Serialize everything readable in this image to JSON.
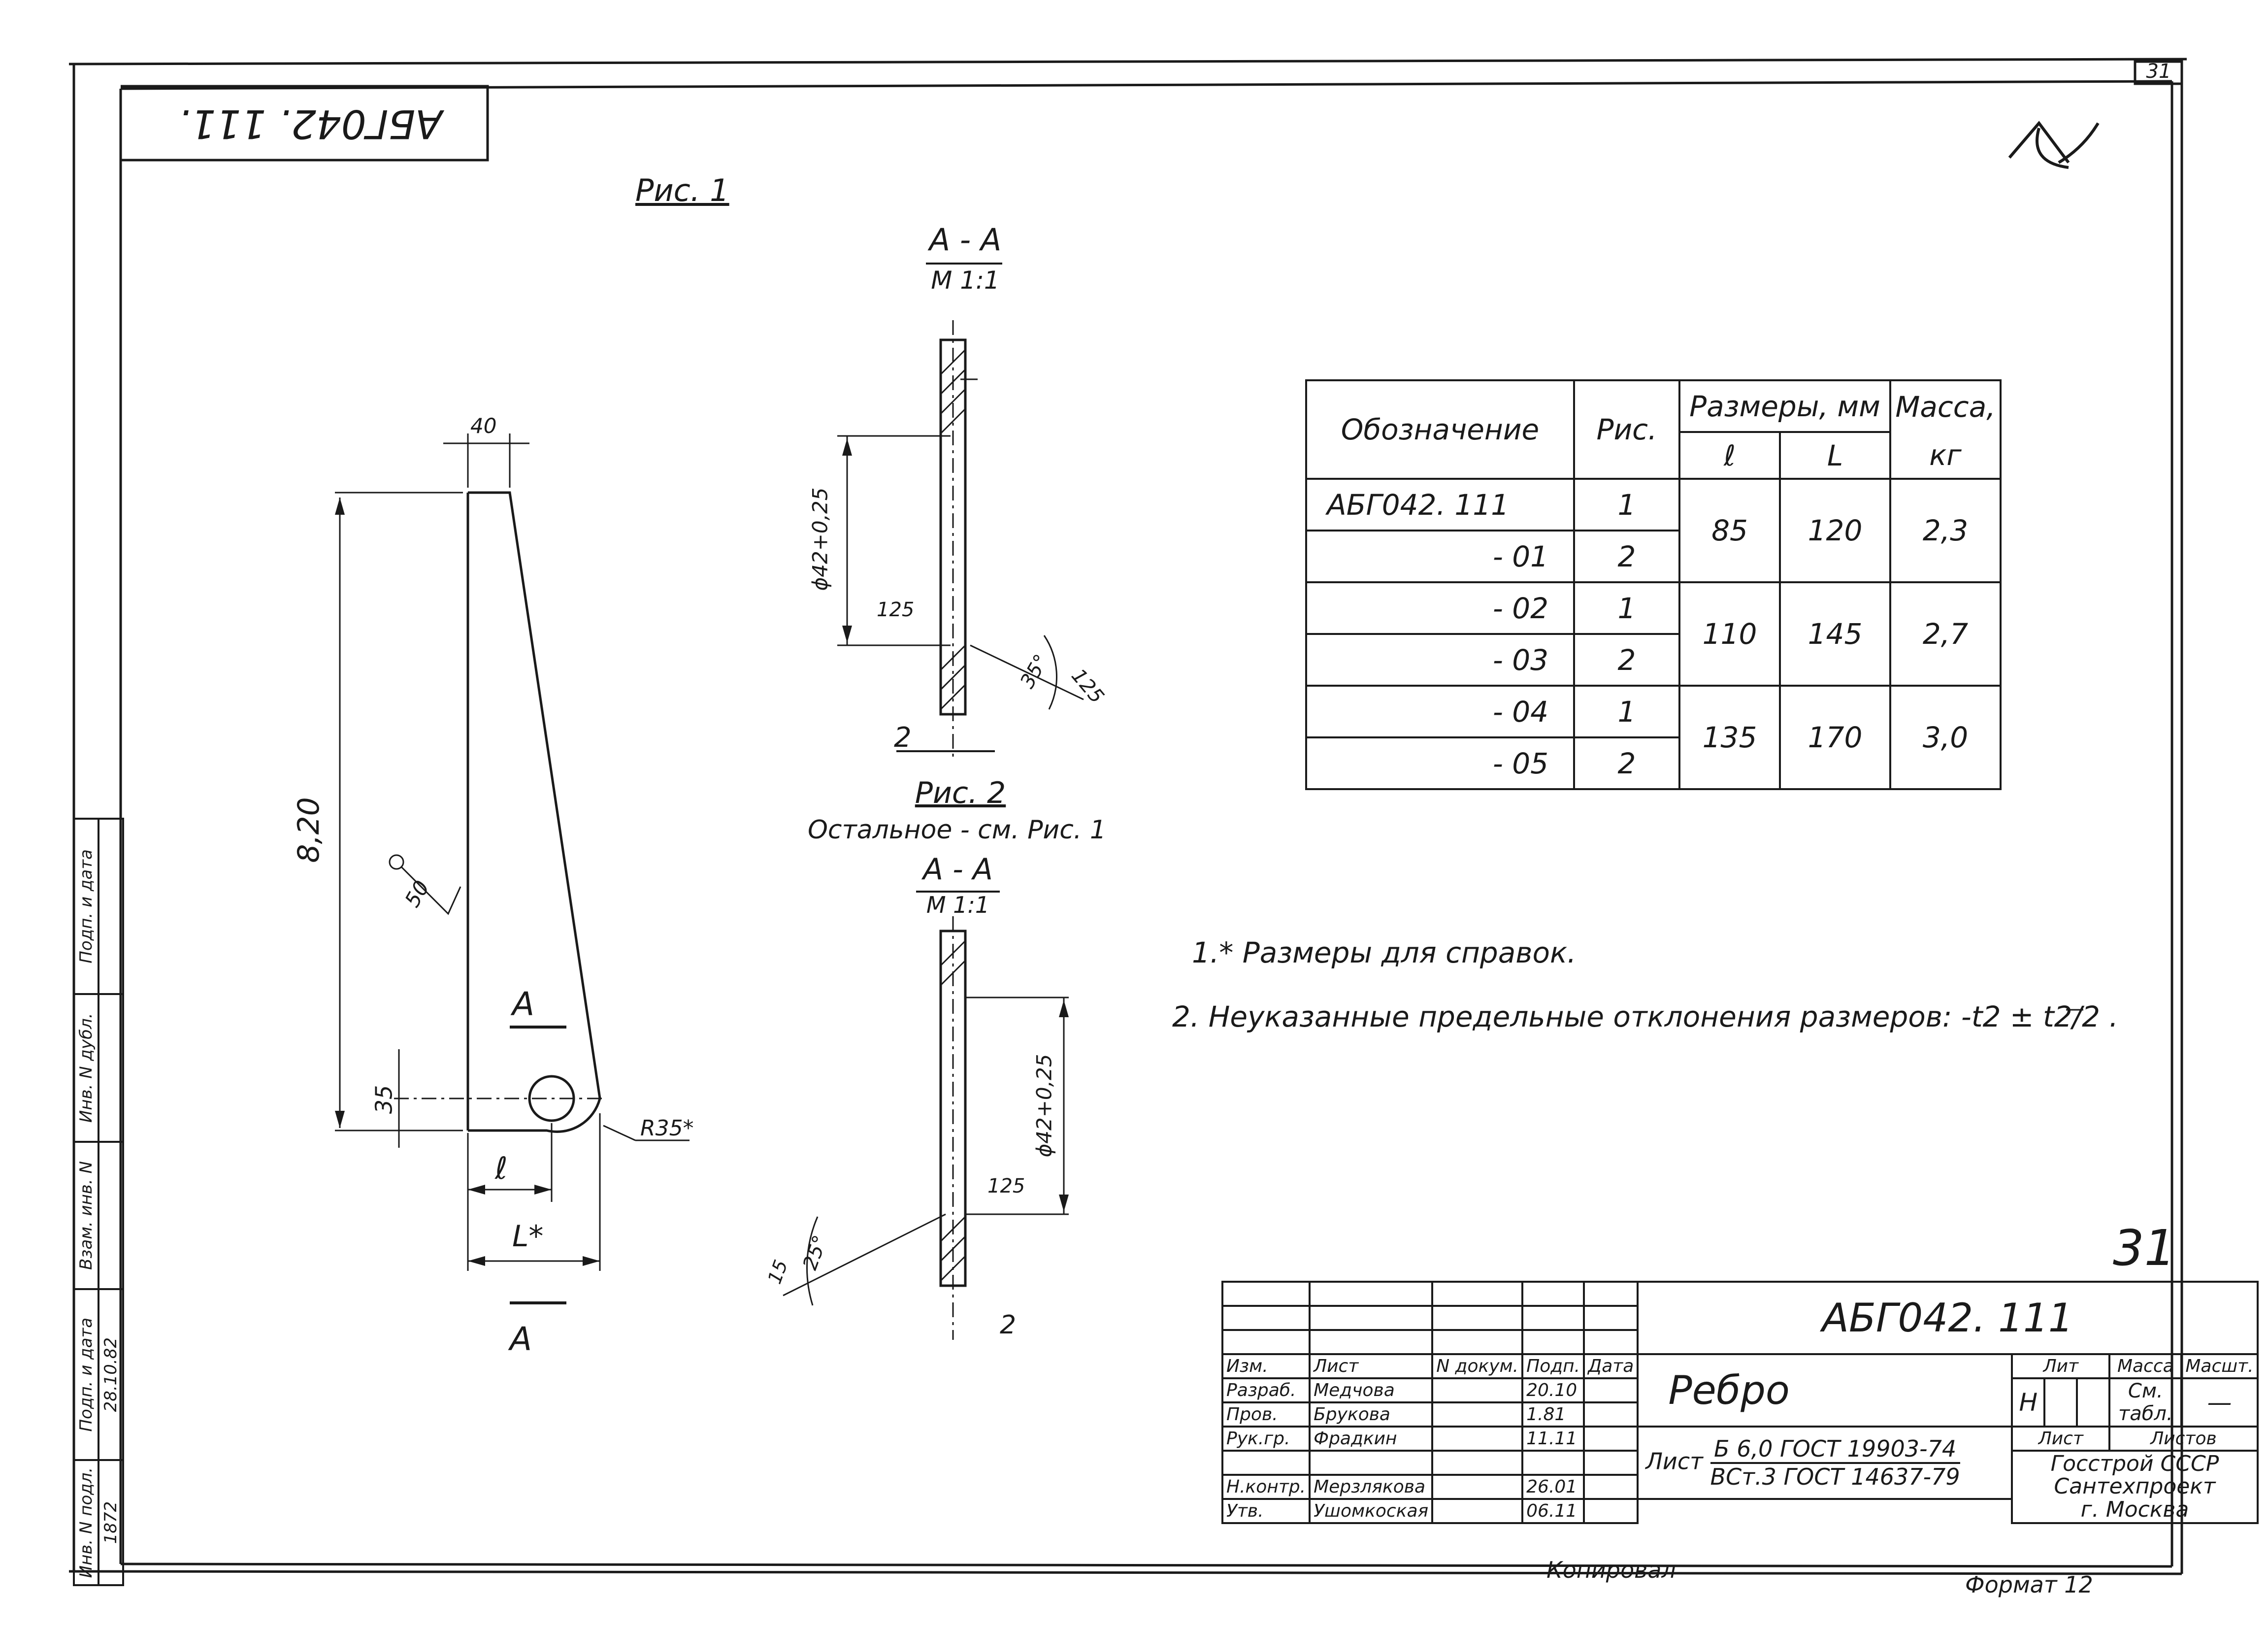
{
  "sheet": {
    "top_right_number": "31",
    "stamp_upside_down": "АБГ042. 111.",
    "big_page_number": "31",
    "copied_by": "Копировал",
    "format_label": "Формат 12"
  },
  "figure1": {
    "caption": "Рис. 1",
    "dim_top_width": "40",
    "dim_height": "8,20",
    "roughness": "50",
    "hole_offset": "35",
    "radius": "R35*",
    "dim_l": "ℓ",
    "dim_L": "L*",
    "section_mark": "А"
  },
  "section1": {
    "title": "А - А",
    "scale": "М 1:1",
    "bore": "ϕ42+0,25",
    "roughness_a": "125",
    "roughness_b": "125",
    "chamfer": "35°",
    "thickness": "2"
  },
  "figure2": {
    "caption": "Рис. 2",
    "note": "Остальное - см. Рис. 1",
    "title": "А - А",
    "scale": "М 1:1",
    "bore": "ϕ42+0,25",
    "roughness": "125",
    "chamfer_a": "15",
    "chamfer_b": "25°",
    "thickness": "2"
  },
  "spec_table": {
    "headers": {
      "designation": "Обозначение",
      "fig": "Рис.",
      "dims": "Размеры, мм",
      "mass": "Масса,",
      "mass_unit": "кг",
      "l_small": "ℓ",
      "L_big": "L"
    },
    "rows": [
      {
        "designation": "АБГ042. 111",
        "fig": "1"
      },
      {
        "designation": "- 01",
        "fig": "2"
      },
      {
        "designation": "- 02",
        "fig": "1"
      },
      {
        "designation": "- 03",
        "fig": "2"
      },
      {
        "designation": "- 04",
        "fig": "1"
      },
      {
        "designation": "- 05",
        "fig": "2"
      }
    ],
    "groups": [
      {
        "l": "85",
        "L": "120",
        "mass": "2,3"
      },
      {
        "l": "110",
        "L": "145",
        "mass": "2,7"
      },
      {
        "l": "135",
        "L": "170",
        "mass": "3,0"
      }
    ]
  },
  "notes": [
    "1.* Размеры для справок.",
    "2. Неуказанные предельные отклонения размеров: -t2 ± t2/2 ."
  ],
  "title_block": {
    "doc_number": "АБГ042. 111",
    "part_name": "Ребро",
    "col_headers": [
      "Изм.",
      "Лист",
      "N докум.",
      "Подп.",
      "Дата"
    ],
    "signers": [
      {
        "role": "Разраб.",
        "name": "Медчова",
        "date": "20.10"
      },
      {
        "role": "Пров.",
        "name": "Брукова",
        "date": "1.81"
      },
      {
        "role": "Рук.гр.",
        "name": "Фрадкин",
        "date": "11.11"
      },
      {
        "role": "Н.контр.",
        "name": "Мерзлякова",
        "date": "26.01"
      },
      {
        "role": "Утв.",
        "name": "Ушомкоская",
        "date": "06.11"
      }
    ],
    "lit_label": "Лит",
    "mass_label": "Масса",
    "scale_label": "Масшт.",
    "lit_value": "Н",
    "mass_value": "См. табл.",
    "scale_value": "—",
    "sheet_label": "Лист",
    "sheets_label": "Листов",
    "material_prefix": "Лист",
    "material_top": "Б 6,0 ГОСТ 19903-74",
    "material_bottom": "ВСт.3 ГОСТ 14637-79",
    "org_line1": "Госстрой СССР",
    "org_line2": "Сантехпроект",
    "org_line3": "г. Москва"
  },
  "side_stamp": {
    "labels": [
      "Инв. N подл.",
      "Подп. и дата",
      "Взам. инв. N",
      "Инв. N дубл.",
      "Подп. и дата"
    ],
    "values": [
      "1872",
      "28.10.82"
    ]
  }
}
